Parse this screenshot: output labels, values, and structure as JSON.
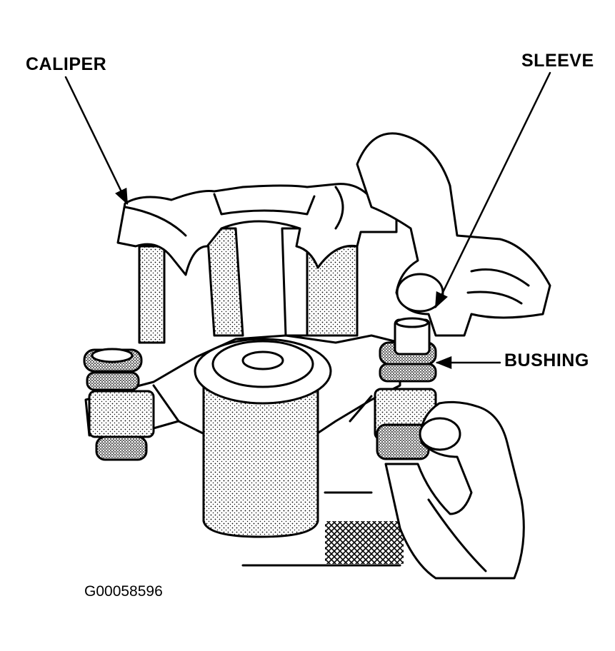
{
  "figure": {
    "labels": {
      "caliper": "CALIPER",
      "sleeve": "SLEEVE",
      "bushing": "BUSHING"
    },
    "figure_id": "G00058596"
  },
  "colors": {
    "ink": "#000000",
    "paper": "#ffffff"
  },
  "icons": [
    "caliper-drawing",
    "hand-drawing",
    "leader-arrow"
  ]
}
